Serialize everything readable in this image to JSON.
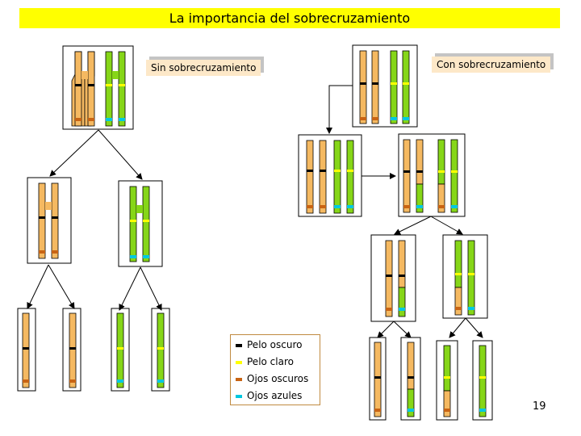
{
  "title": "La importancia del sobrecruzamiento",
  "labels": {
    "left": "Sin sobrecruzamiento",
    "right": "Con sobrecruzamiento"
  },
  "legend": [
    {
      "label": "Pelo oscuro",
      "color": "#000000"
    },
    {
      "label": "Pelo claro",
      "color": "#ffff00"
    },
    {
      "label": "Ojos oscuros",
      "color": "#c86414"
    },
    {
      "label": "Ojos azules",
      "color": "#00c8e0"
    }
  ],
  "page_number": "19",
  "colors": {
    "orange": "#f5b961",
    "green": "#86d618",
    "outline": "#000000"
  }
}
